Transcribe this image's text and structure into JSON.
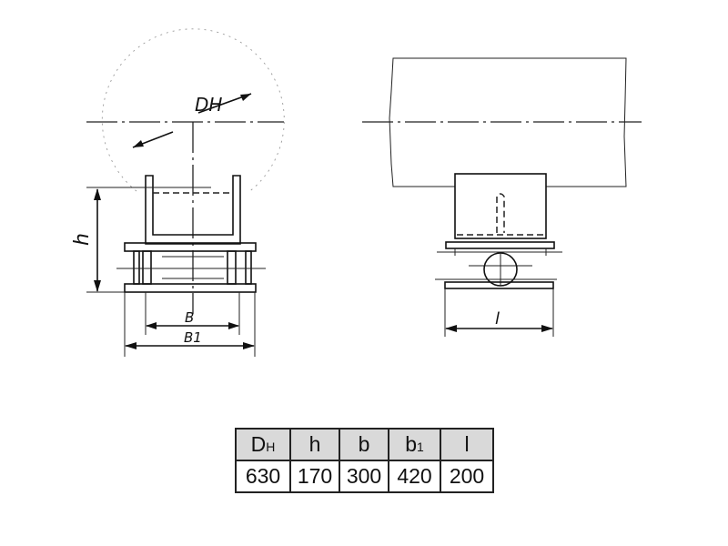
{
  "drawing": {
    "front_view": {
      "diameter_label": "DH",
      "height_label": "h",
      "width_label": "B",
      "outer_width_label": "B1"
    },
    "side_view": {
      "length_label": "l"
    }
  },
  "table": {
    "headers": [
      {
        "main": "D",
        "sub": "H"
      },
      {
        "main": "h",
        "sub": ""
      },
      {
        "main": "b",
        "sub": ""
      },
      {
        "main": "b",
        "sub": "1"
      },
      {
        "main": "l",
        "sub": ""
      }
    ],
    "values": [
      "630",
      "170",
      "300",
      "420",
      "200"
    ]
  }
}
